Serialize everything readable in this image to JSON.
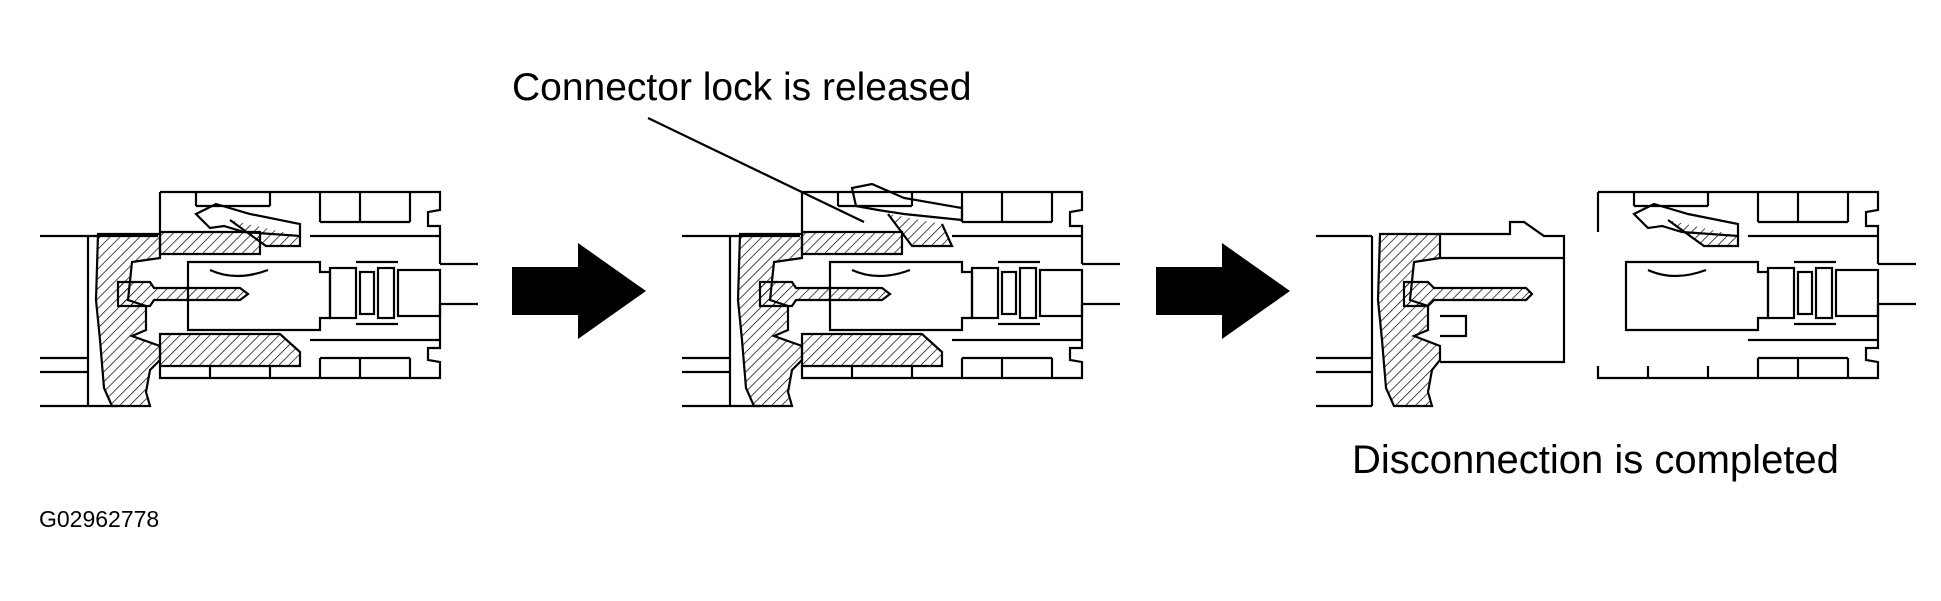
{
  "labels": {
    "connector_lock": "Connector lock is released",
    "disconnection": "Disconnection is completed",
    "figure_code": "G02962778"
  },
  "icons": {
    "step_arrow": "arrow-right-icon"
  },
  "colors": {
    "ink": "#000000",
    "paper": "#ffffff"
  }
}
